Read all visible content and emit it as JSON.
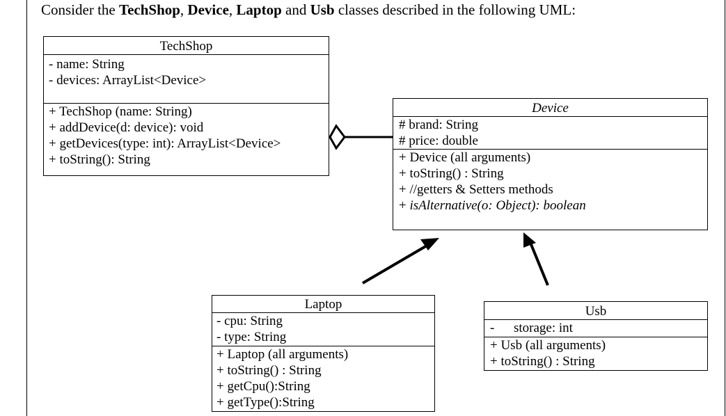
{
  "intro": {
    "prefix": "Consider the ",
    "c1": "TechShop",
    "sep1": ", ",
    "c2": "Device",
    "sep2": ", ",
    "c3": "Laptop",
    "sep3": " and ",
    "c4": "Usb",
    "suffix": " classes described in the following UML:"
  },
  "techshop": {
    "name": "TechShop",
    "attributes": [
      "- name: String",
      "- devices: ArrayList<Device>"
    ],
    "methods": [
      "+  TechShop (name: String)",
      "+ addDevice(d: device): void",
      "+ getDevices(type: int): ArrayList<Device>",
      "+ toString(): String"
    ]
  },
  "device": {
    "name": "Device",
    "attributes": [
      "# brand: String",
      "# price: double"
    ],
    "methods": [
      "+ Device (all arguments)",
      "+ toString() : String",
      "+ //getters & Setters methods"
    ],
    "abstract_prefix": "+ ",
    "abstract_method": "isAlternative(o: Object): boolean"
  },
  "laptop": {
    "name": "Laptop",
    "attributes": [
      "- cpu: String",
      "- type: String"
    ],
    "methods": [
      "+ Laptop (all arguments)",
      "+ toString() : String",
      "+ getCpu():String",
      "+ getType():String"
    ]
  },
  "usb": {
    "name": "Usb",
    "attribute_marker": "-",
    "attribute": "storage: int",
    "methods": [
      "+ Usb (all arguments)",
      "+ toString() : String"
    ]
  }
}
